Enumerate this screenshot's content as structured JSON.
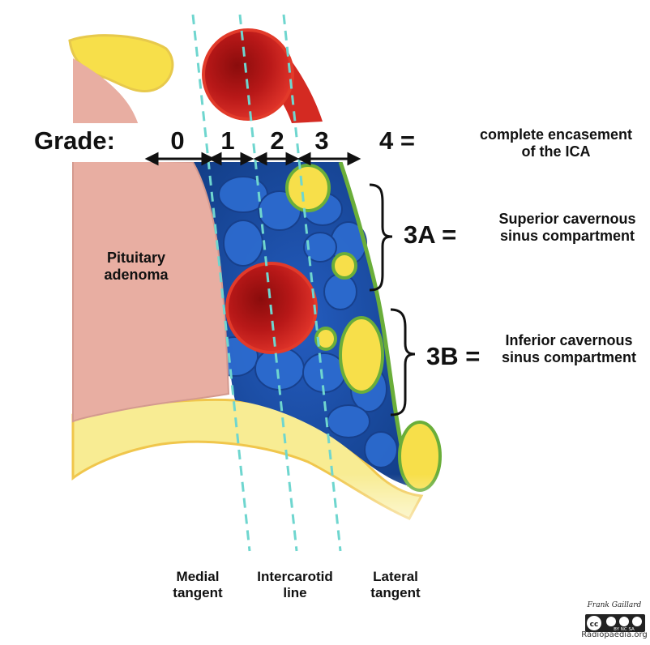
{
  "grade": {
    "title": "Grade:",
    "g0": "0",
    "g1": "1",
    "g2": "2",
    "g3": "3",
    "g4": "4 =",
    "g4_desc_line1": "complete encasement",
    "g4_desc_line2": "of the ICA"
  },
  "compartments": {
    "a_label": "3A =",
    "a_desc_line1": "Superior cavernous",
    "a_desc_line2": "sinus compartment",
    "b_label": "3B =",
    "b_desc_line1": "Inferior cavernous",
    "b_desc_line2": "sinus compartment"
  },
  "tumor_label_line1": "Pituitary",
  "tumor_label_line2": "adenoma",
  "lines": {
    "medial_line1": "Medial",
    "medial_line2": "tangent",
    "intercarotid_line1": "Intercarotid",
    "intercarotid_line2": "line",
    "lateral_line1": "Lateral",
    "lateral_line2": "tangent"
  },
  "credit": {
    "author": "Frank Gaillard",
    "cc_icon": "creative-commons-icon",
    "license_terms": "BY NC SA",
    "site": "Radiopaedia.org"
  },
  "colors": {
    "adenoma": "#e8aea2",
    "carotid": "#c9201d",
    "sinus": "#1e4fa8",
    "fat": "#f7df4a",
    "dura": "#6aae3a",
    "tangent": "#6fd6cf"
  }
}
